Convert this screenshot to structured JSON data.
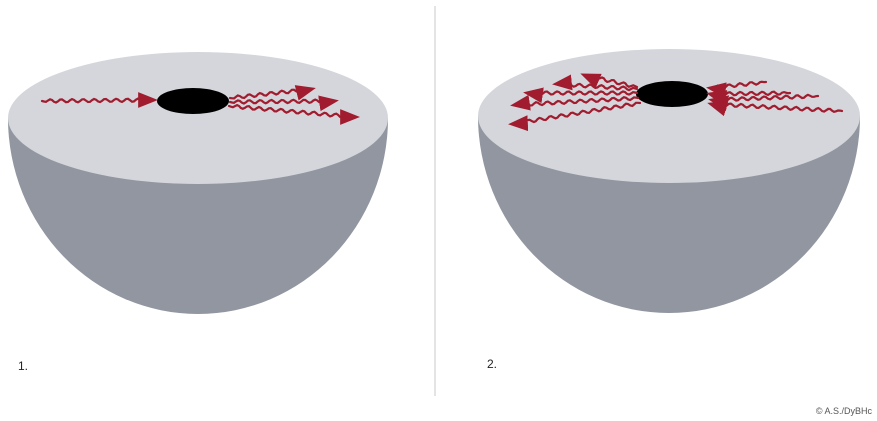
{
  "panels": [
    {
      "label": "1.",
      "wave_direction": "outward-from-left-to-right"
    },
    {
      "label": "2.",
      "wave_direction": "converging-and-radiating"
    }
  ],
  "credit": "© A.S./DyBHc",
  "colors": {
    "top_surface": "#d4d6db",
    "body": "#9196a0",
    "core": "#000000",
    "waves": "#a01c2e",
    "divider": "#c8c8c8"
  }
}
